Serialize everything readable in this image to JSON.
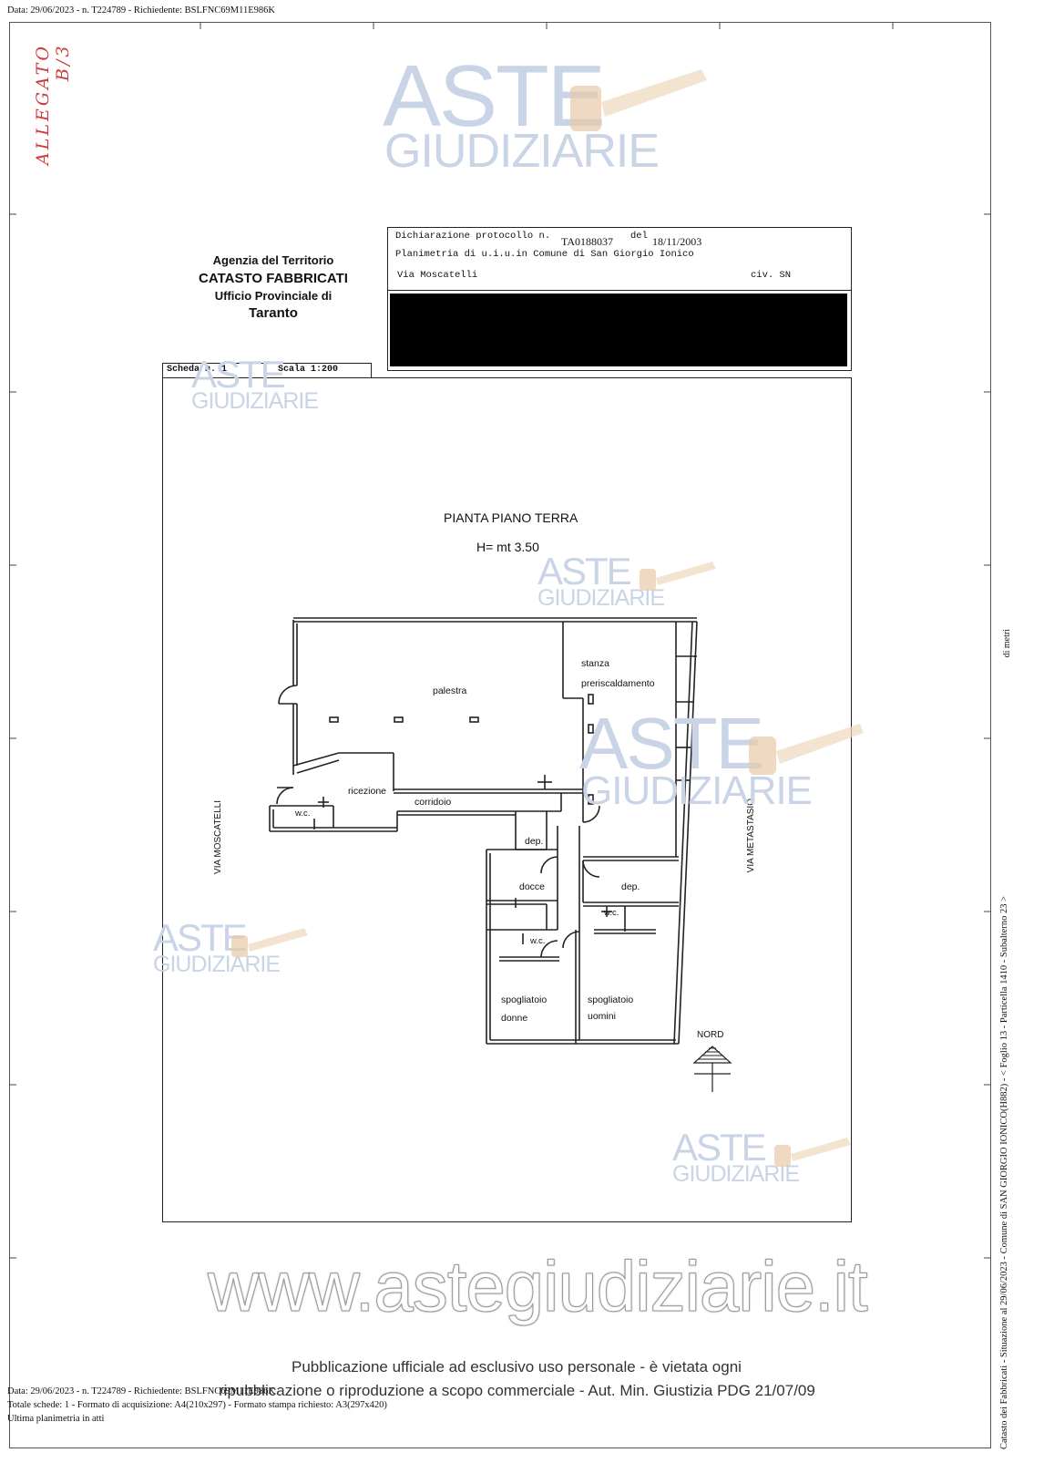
{
  "header": {
    "top_line": "Data: 29/06/2023 - n. T224789 - Richiedente: BSLFNC69M11E986K",
    "allegato": "ALLEGATO B/3"
  },
  "agency": {
    "line1": "Agenzia del Territorio",
    "line2": "CATASTO FABBRICATI",
    "line3": "Ufficio Provinciale di",
    "line4": "Taranto"
  },
  "declaration": {
    "label": "Dichiarazione protocollo n.",
    "protocol": "TA0188037",
    "del_label": "del",
    "date": "18/11/2003",
    "planimetria": "Planimetria di u.i.u.in Comune di San Giorgio Ionico",
    "street": "Via Moscatelli",
    "civ": "civ. SN"
  },
  "sheet": {
    "scheda": "Scheda n. 1",
    "scala": "Scala 1:200"
  },
  "plan": {
    "title": "PIANTA PIANO TERRA",
    "height": "H= mt 3.50",
    "street_left": "VIA MOSCATELLI",
    "street_right": "VIA METASTASIO",
    "north": "NORD",
    "rooms": {
      "palestra": "palestra",
      "stanza": "stanza",
      "preriscaldamento": "preriscaldamento",
      "ricezione": "ricezione",
      "corridoio": "corridoio",
      "wc": "w.c.",
      "dep": "dep.",
      "docce": "docce",
      "spogliatoio": "spogliatoio",
      "donne": "donne",
      "uomini": "uomini"
    }
  },
  "watermark": {
    "aste": "ASTE",
    "giudiziarie": "GIUDIZIARIE",
    "url": "www.astegiudiziarie.it",
    "notice1": "Pubblicazione ufficiale ad esclusivo uso personale - è vietata ogni",
    "notice2": "ripubblicazione o riproduzione a scopo commerciale - Aut. Min. Giustizia PDG 21/07/09"
  },
  "footer": {
    "line1": "Data: 29/06/2023 - n. T224789 - Richiedente: BSLFNC69M11E986K",
    "line2": "Totale schede: 1 - Formato di acquisizione: A4(210x297) - Formato stampa richiesto: A3(297x420)",
    "line3": "Ultima planimetria in atti"
  },
  "side": {
    "text": "Catasto dei Fabbricati - Situazione al 29/06/2023 - Comune di SAN GIORGIO IONICO(H882) - < Foglio 13 - Particella 1410 - Subalterno 23 >",
    "small": "di metri"
  },
  "colors": {
    "watermark": "#c9d4e6",
    "ink": "#111111",
    "redaction": "#000000",
    "allegato": "#d23a3a"
  }
}
